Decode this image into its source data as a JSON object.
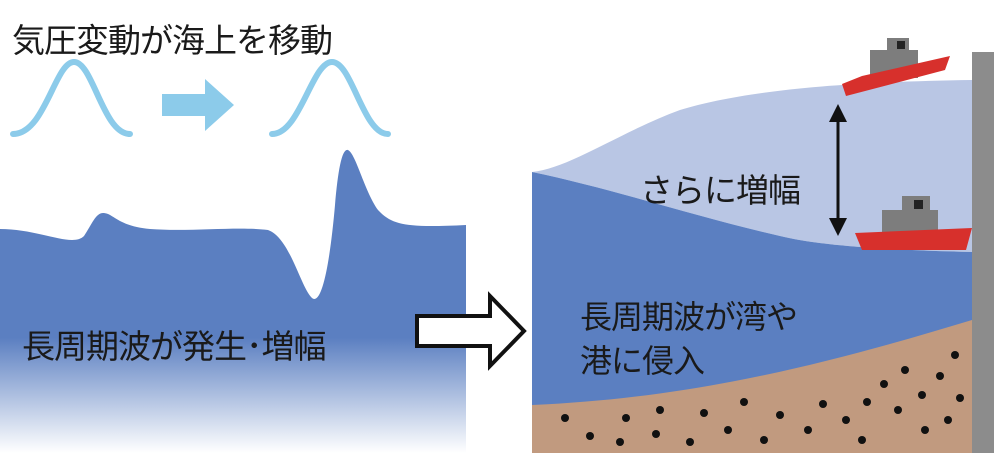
{
  "title": "気圧変動が海上を移動",
  "left_caption": "長周期波が発生･増幅",
  "bay_caption_line1": "長周期波が湾や",
  "bay_caption_line2": "港に侵入",
  "amplify_label": "さらに増幅",
  "colors": {
    "pressure_wave": "#8ccbea",
    "sea_deep": "#5b7fc1",
    "sea_surge": "#b9c6e4",
    "seabed": "#c19a7f",
    "pebble": "#111111",
    "ship_hull": "#d7302c",
    "ship_cabin": "#7d7d7d",
    "wall": "#8c8c8c"
  }
}
